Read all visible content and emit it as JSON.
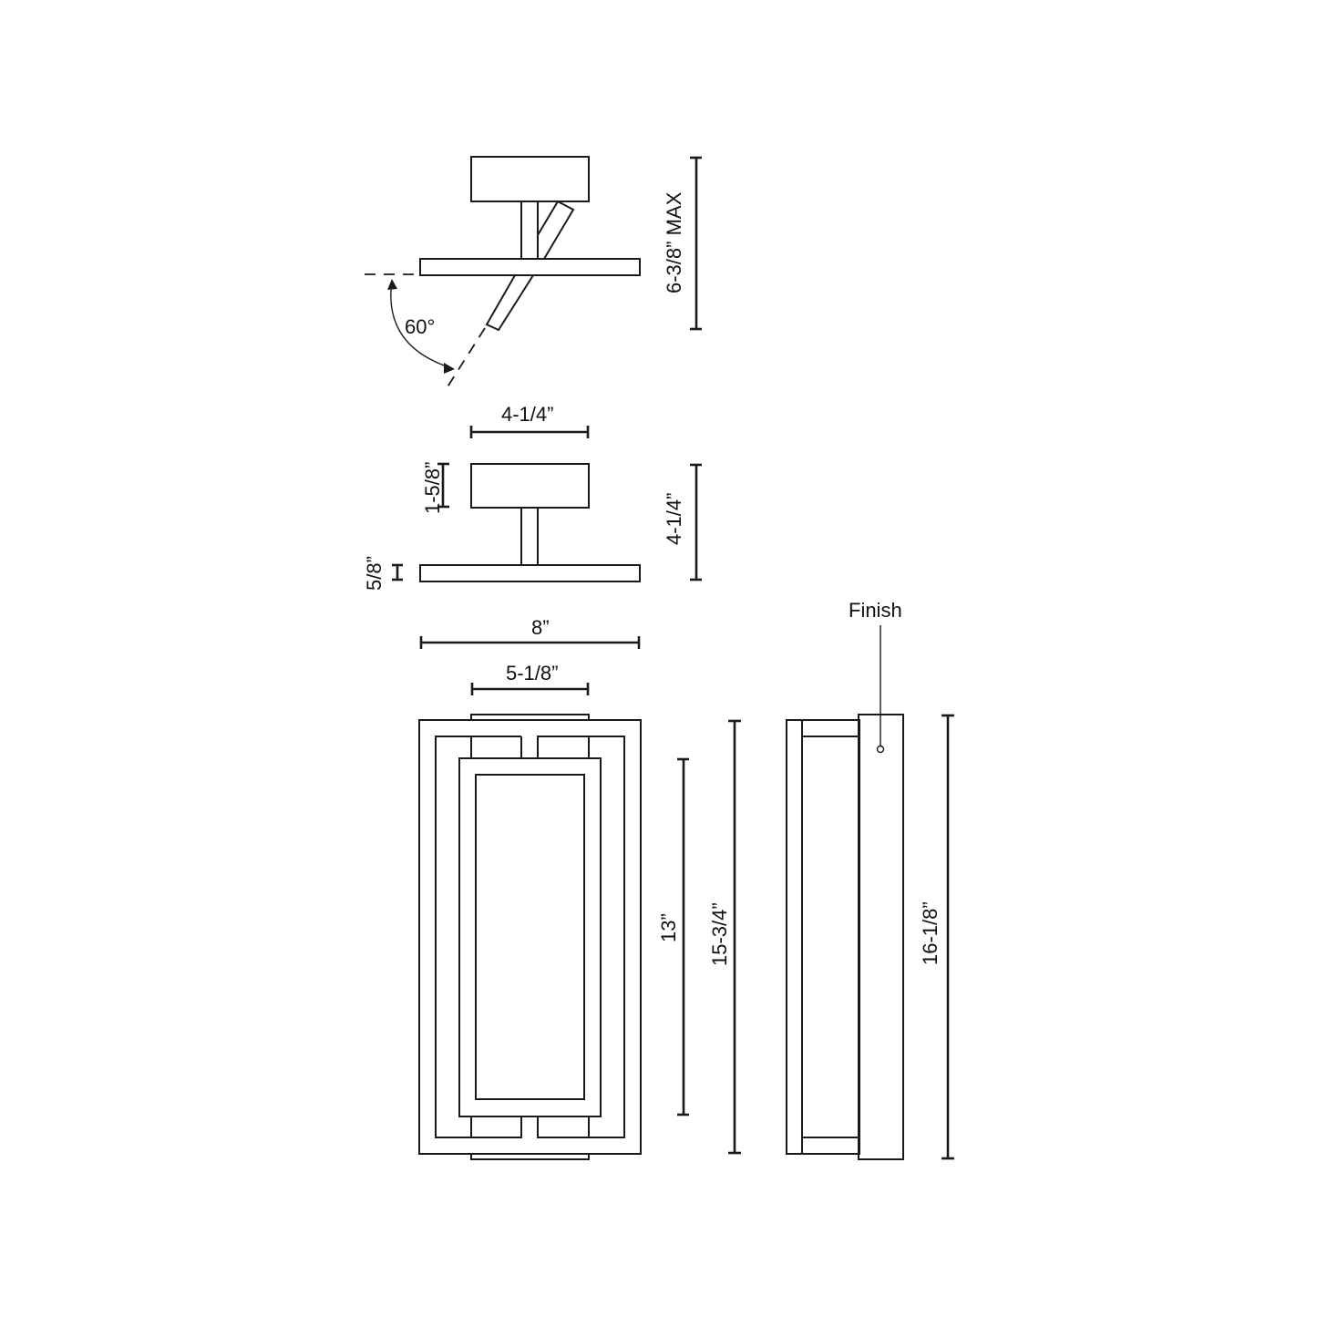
{
  "diagram": {
    "type": "dimension-drawing",
    "subject": "wall sconce with adjustable arm",
    "colors": {
      "line": "#1a1a1a",
      "background": "#ffffff",
      "text": "#111111"
    },
    "side_view_adjustable": {
      "height_max": "6-3/8” MAX",
      "tilt_angle": "60°"
    },
    "side_view": {
      "canopy_width": "4-1/4”",
      "canopy_height": "1-5/8”",
      "overall_depth": "4-1/4”",
      "backplate_thickness": "5/8”"
    },
    "front_view": {
      "overall_width": "8”",
      "inner_width": "5-1/8”",
      "inner_height": "13”",
      "outer_height": "15-3/4”"
    },
    "profile_view": {
      "finish_label": "Finish",
      "overall_height": "16-1/8”"
    }
  }
}
